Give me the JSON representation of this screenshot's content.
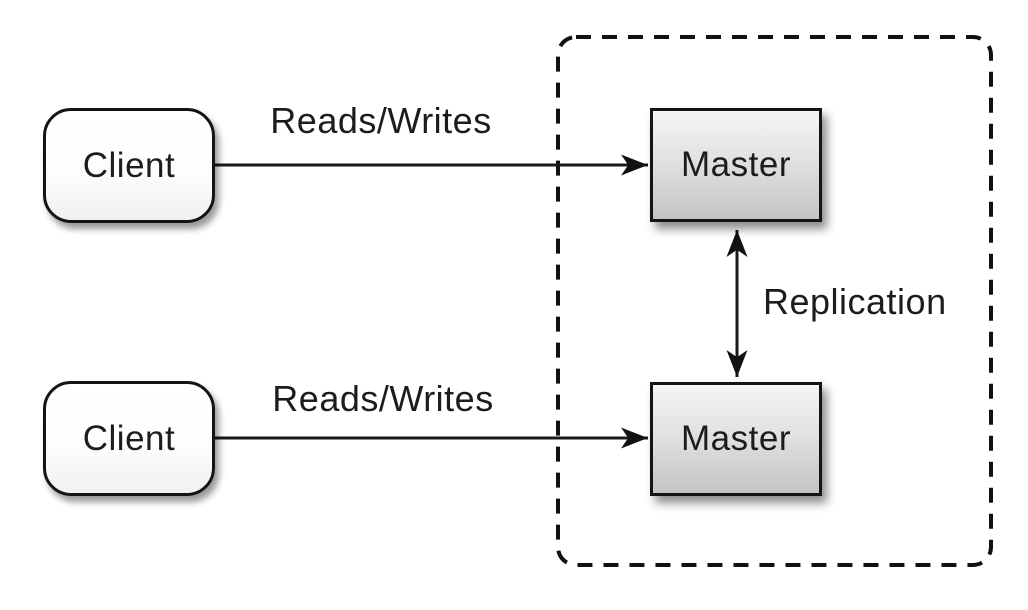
{
  "nodes": {
    "client_top": {
      "label": "Client"
    },
    "client_bottom": {
      "label": "Client"
    },
    "master_top": {
      "label": "Master"
    },
    "master_bottom": {
      "label": "Master"
    }
  },
  "edges": {
    "reads_writes_top": {
      "label": "Reads/Writes",
      "from": "client_top",
      "to": "master_top",
      "type": "arrow"
    },
    "reads_writes_bottom": {
      "label": "Reads/Writes",
      "from": "client_bottom",
      "to": "master_bottom",
      "type": "arrow"
    },
    "replication": {
      "label": "Replication",
      "from": "master_top",
      "to": "master_bottom",
      "type": "double-arrow"
    }
  },
  "groups": {
    "replication_boundary": {
      "style": "dashed-rounded-rectangle",
      "contains": [
        "master_top",
        "master_bottom"
      ]
    }
  },
  "colors": {
    "background": "#ffffff",
    "stroke": "#111111",
    "text": "#1c1c1c",
    "client_fill_top": "#ffffff",
    "client_fill_bottom": "#f1f1f1",
    "master_fill_top": "#f4f4f4",
    "master_fill_bottom": "#c4c4c4"
  }
}
